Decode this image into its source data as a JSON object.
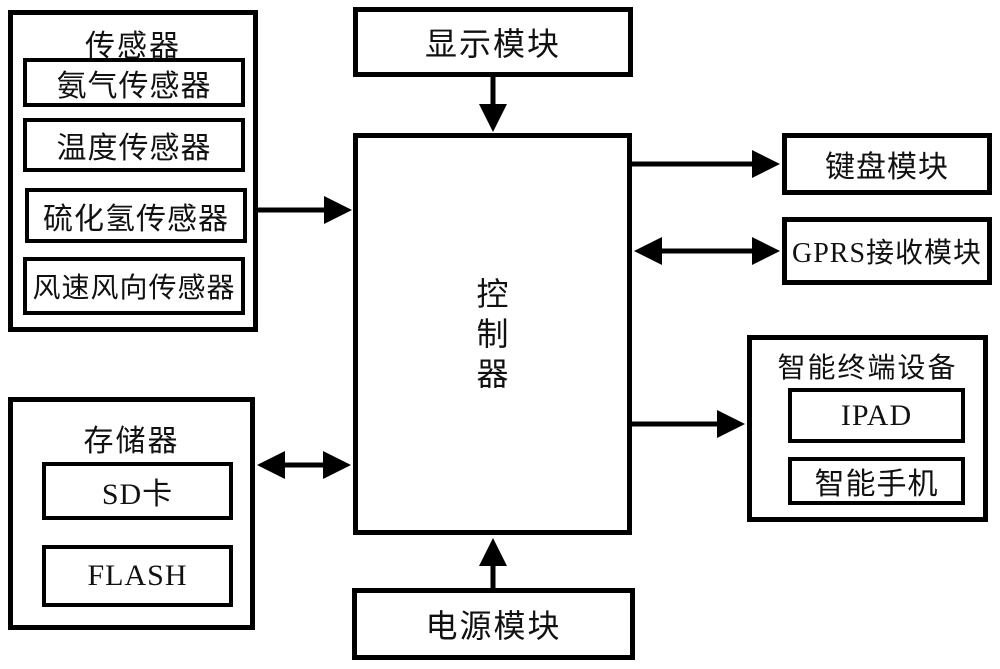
{
  "diagram": {
    "nodes": {
      "sensors": {
        "title": "传感器",
        "children": [
          "氨气传感器",
          "温度传感器",
          "硫化氢传感器",
          "风速风向传感器"
        ]
      },
      "display": {
        "label": "显示模块"
      },
      "controller": {
        "label": "控制器",
        "chars": [
          "控",
          "制",
          "器"
        ]
      },
      "keyboard": {
        "label": "键盘模块"
      },
      "gprs": {
        "label": "GPRS接收模块"
      },
      "terminal": {
        "title": "智能终端设备",
        "children": [
          "IPAD",
          "智能手机"
        ]
      },
      "storage": {
        "title": "存储器",
        "children": [
          "SD卡",
          "FLASH"
        ]
      },
      "power": {
        "label": "电源模块"
      }
    },
    "connections": [
      {
        "from": "sensors",
        "to": "controller",
        "type": "single"
      },
      {
        "from": "display",
        "to": "controller",
        "type": "single"
      },
      {
        "from": "controller",
        "to": "keyboard",
        "type": "single"
      },
      {
        "from": "controller",
        "to": "gprs",
        "type": "double"
      },
      {
        "from": "controller",
        "to": "terminal",
        "type": "single"
      },
      {
        "from": "storage",
        "to": "controller",
        "type": "double"
      },
      {
        "from": "power",
        "to": "controller",
        "type": "single"
      }
    ],
    "colors": {
      "line": "#000000",
      "background": "#ffffff",
      "text": "#111111"
    }
  }
}
